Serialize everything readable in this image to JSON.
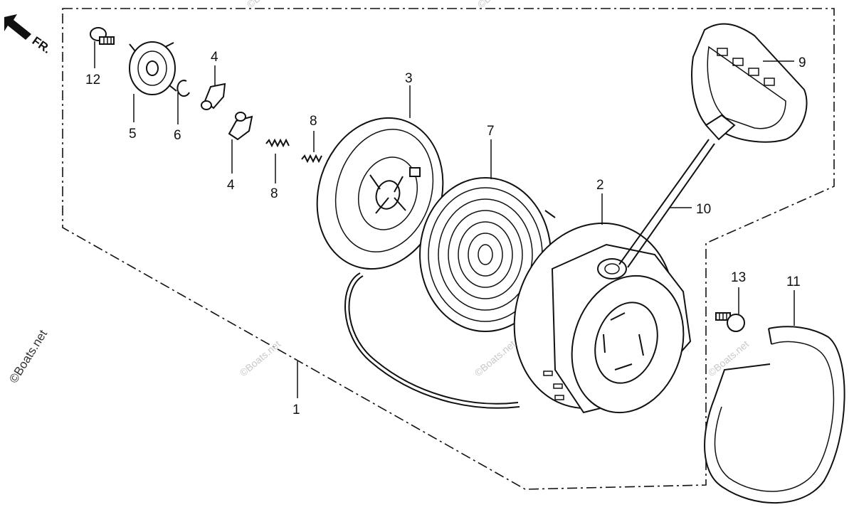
{
  "diagram": {
    "direction_label": "FR.",
    "watermark": "©Boats.net",
    "side_watermark": "©Boats.net",
    "callouts": {
      "c1": "1",
      "c2": "2",
      "c3": "3",
      "c4a": "4",
      "c4b": "4",
      "c5": "5",
      "c6": "6",
      "c7": "7",
      "c8a": "8",
      "c8b": "8",
      "c9": "9",
      "c10": "10",
      "c11": "11",
      "c12": "12",
      "c13": "13"
    }
  }
}
